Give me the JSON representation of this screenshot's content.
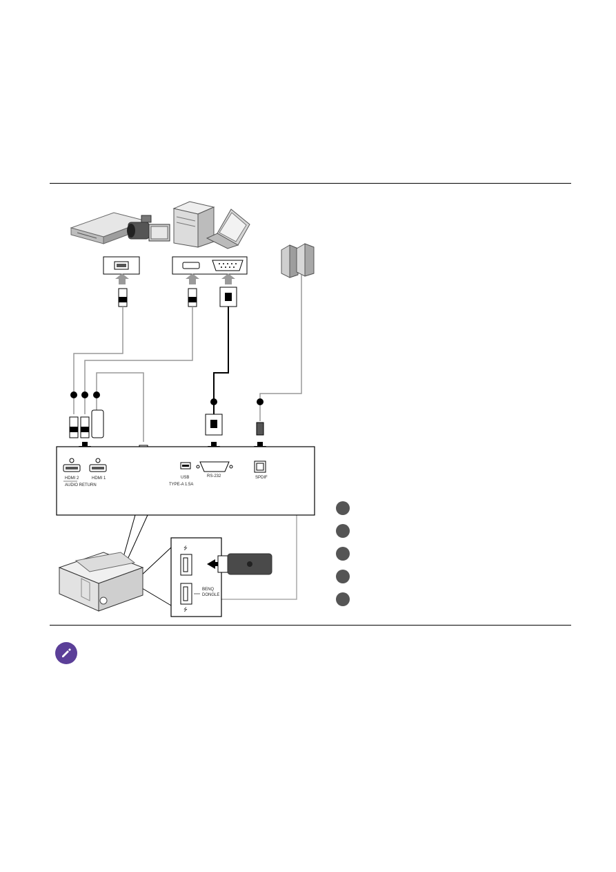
{
  "panel": {
    "hdmi2_label": "HDMI 2",
    "audio_return_label": "AUDIO RETURN",
    "hdmi1_label": "HDMI 1",
    "usb_label": "USB",
    "usb_type_label": "TYPE-A 1.5A",
    "rs232_label": "RS-232",
    "spdif_label": "SPDIF"
  },
  "side_panel": {
    "benq_dongle_label_1": "BENQ",
    "benq_dongle_label_2": "DONGLE"
  },
  "legend": {
    "items": [
      "",
      "",
      "",
      "",
      ""
    ]
  },
  "icons": {
    "note": "pencil-icon"
  },
  "colors": {
    "note_badge": "#5b3f98",
    "legend_dot": "#555555",
    "cable_gray": "#9a9a9a"
  }
}
